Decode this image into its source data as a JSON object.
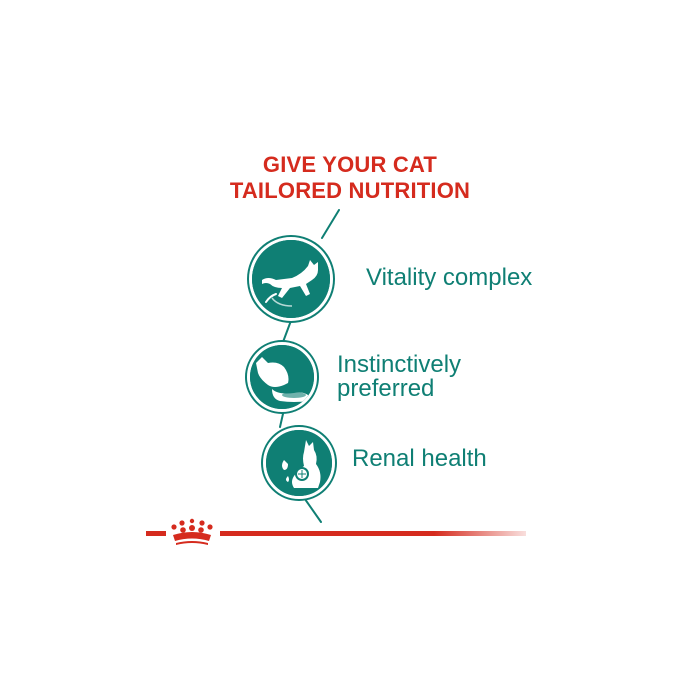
{
  "colors": {
    "teal": "#0f7f74",
    "red": "#d52b1e",
    "white": "#ffffff"
  },
  "headline": {
    "line1": "GIVE YOUR CAT",
    "line2": "TAILORED NUTRITION"
  },
  "benefits": [
    {
      "label": "Vitality complex",
      "icon": "cat-jumping-icon"
    },
    {
      "label_line1": "Instinctively",
      "label_line2": "preferred",
      "icon": "cat-eating-icon"
    },
    {
      "label": "Renal health",
      "icon": "cat-kidney-icon"
    }
  ],
  "logo": {
    "icon": "royal-crown-icon"
  }
}
